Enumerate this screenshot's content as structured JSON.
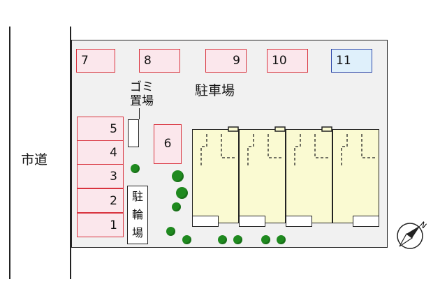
{
  "road_label": "市道",
  "parking_label": "駐車場",
  "garbage_label_line1": "ゴミ",
  "garbage_label_line2": "置場",
  "bicycle_label": [
    "駐",
    "輪",
    "場"
  ],
  "spaces_top": [
    "7",
    "8",
    "9",
    "10",
    "11"
  ],
  "spaces_left": [
    "5",
    "4",
    "3",
    "2",
    "1"
  ],
  "space_6": "6",
  "compass_label": "N",
  "colors": {
    "space_border": "#d9343f",
    "space_fill": "#fbe7ec",
    "special_space_border": "#2c46a8",
    "special_space_fill": "#dff0fb",
    "building_fill": "#fafad2",
    "lot_fill": "#f1f1f1",
    "tree": "#1f8a1f"
  }
}
